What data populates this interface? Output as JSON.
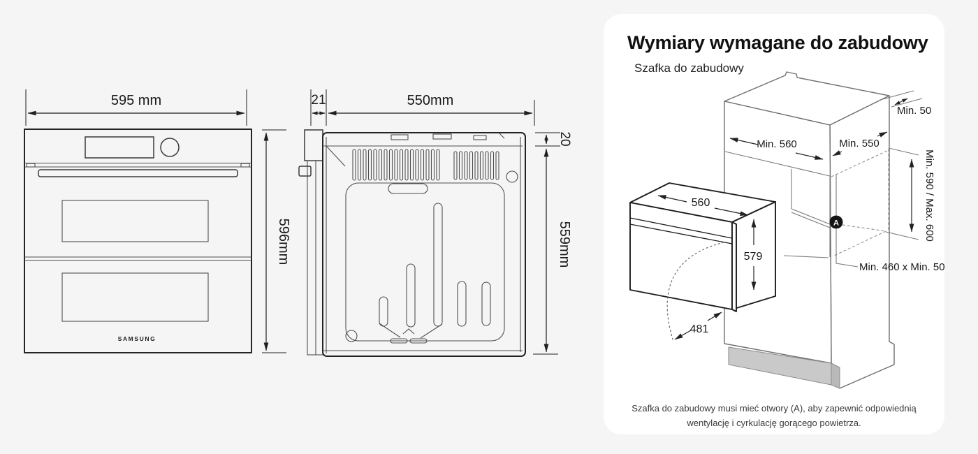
{
  "page": {
    "background": "#f5f5f5"
  },
  "front_view": {
    "label": "Oven front view",
    "width_label": "595 mm",
    "height_label": "596mm",
    "brand": "SAMSUNG"
  },
  "side_view": {
    "label": "Oven side view",
    "front_offset_label": "21",
    "depth_label": "550mm",
    "top_overhang_label": "20",
    "body_height_label": "559mm"
  },
  "cabinet_panel": {
    "title": "Wymiary wymagane do zabudowy",
    "subtitle": "Szafka do zabudowy",
    "dims": {
      "top_clearance": "Min. 50",
      "niche_width": "Min. 560",
      "niche_depth": "Min. 550",
      "niche_height": "Min. 590 / Max. 600",
      "vent_opening": "Min. 460 x Min. 50",
      "oven_width": "560",
      "oven_height": "579",
      "door_open": "481",
      "vent_marker": "A"
    },
    "note_line1": "Szafka do zabudowy musi mieć otwory (A), aby zapewnić odpowiednią",
    "note_line2": "wentylację i cyrkulację gorącego powietrza.",
    "colors": {
      "plinth": "#c9c9c9",
      "badge": "#141414"
    }
  }
}
